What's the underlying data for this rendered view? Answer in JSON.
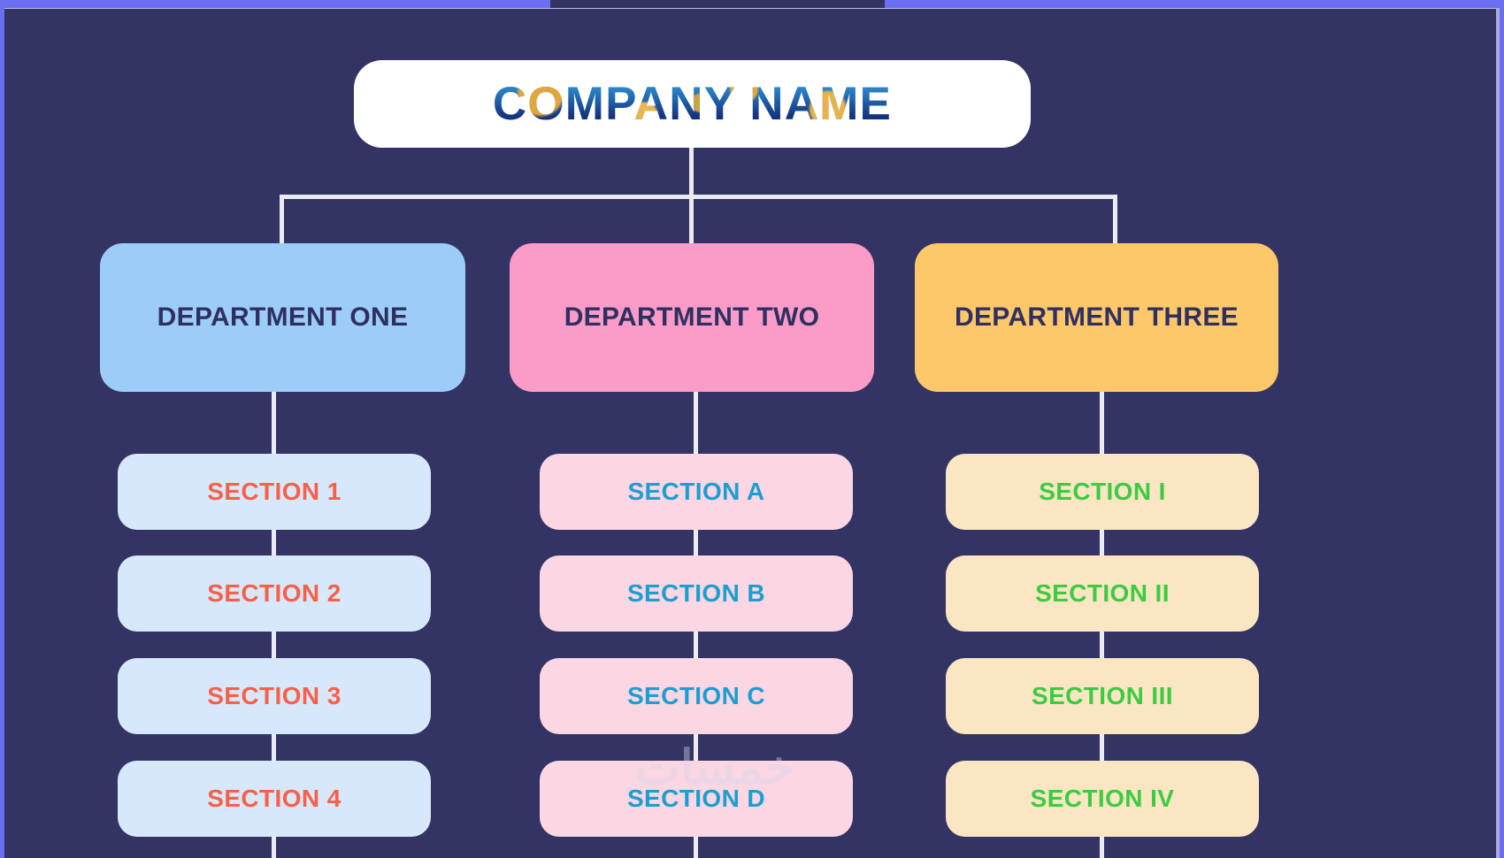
{
  "chart_data": {
    "type": "diagram",
    "title": "COMPANY NAME",
    "subtype": "organizational-chart",
    "levels": 3,
    "root": {
      "label": "COMPANY NAME",
      "fill": "#ffffff",
      "text_gradient": [
        "#3fa0d8",
        "#16357f",
        "#e0a83c"
      ]
    },
    "branches": [
      {
        "label": "DEPARTMENT ONE",
        "fill": "#9ccdf8",
        "text_color": "#2f3061",
        "child_fill": "#d6e8fa",
        "child_text_color": "#f9604a",
        "children": [
          "SECTION 1",
          "SECTION 2",
          "SECTION 3",
          "SECTION 4"
        ]
      },
      {
        "label": "DEPARTMENT TWO",
        "fill": "#fa9bc8",
        "text_color": "#2f3061",
        "child_fill": "#fbd6e3",
        "child_text_color": "#1b9fd0",
        "children": [
          "SECTION A",
          "SECTION B",
          "SECTION C",
          "SECTION D"
        ]
      },
      {
        "label": "DEPARTMENT THREE",
        "fill": "#fdc86a",
        "text_color": "#2f3061",
        "child_fill": "#fbe6c3",
        "child_text_color": "#3bcc42",
        "children": [
          "SECTION I",
          "SECTION II",
          "SECTION III",
          "SECTION IV"
        ]
      }
    ]
  },
  "canvas": {
    "background_color": "#333463",
    "connector_color": "#eceaf2",
    "chrome_accent_color": "#6b6ef0"
  },
  "watermark": {
    "text": "خمسات"
  }
}
